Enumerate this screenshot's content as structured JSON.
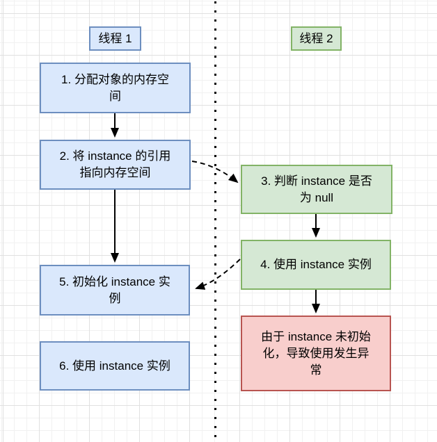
{
  "labels": {
    "thread1": "线程 1",
    "thread2": "线程 2"
  },
  "nodes": {
    "step1": {
      "label": "1. 分配对象的内存空\n间"
    },
    "step2": {
      "label": "2. 将 instance 的引用\n指向内存空间"
    },
    "step3": {
      "label": "3. 判断 instance 是否\n为 null"
    },
    "step4": {
      "label": "4. 使用 instance 实例"
    },
    "step5": {
      "label": "5. 初始化 instance 实\n例"
    },
    "step6": {
      "label": "6. 使用 instance 实例"
    },
    "error": {
      "label": "由于 instance 未初始\n化，导致使用发生异\n常"
    }
  },
  "colors": {
    "thread1_fill": "#dae8fc",
    "thread1_border": "#6c8ebf",
    "thread2_fill": "#d5e8d4",
    "thread2_border": "#82b366",
    "error_fill": "#f8cecc",
    "error_border": "#b85450",
    "connector": "#000000",
    "grid_minor": "#f1f1f1",
    "grid_major": "#e0e0e0"
  }
}
